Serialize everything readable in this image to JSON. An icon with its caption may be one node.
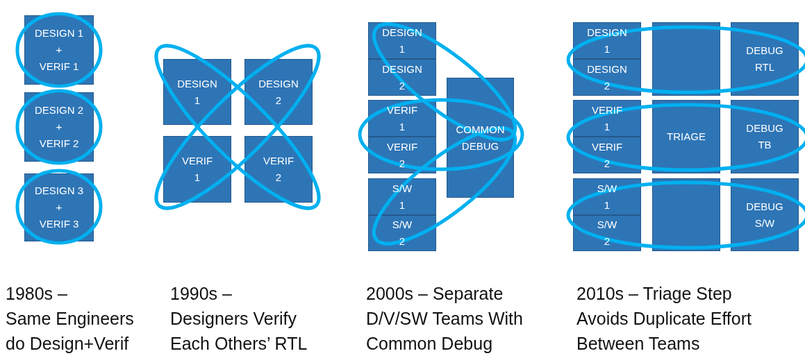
{
  "diagram": {
    "nodes": [
      {
        "text": [
          "DESIGN 1",
          "+",
          "VERIF 1"
        ]
      },
      {
        "text": [
          "DESIGN 2",
          "+",
          "VERIF 2"
        ]
      },
      {
        "text": [
          "DESIGN 3",
          "+",
          "VERIF 3"
        ]
      },
      {
        "text": [
          "DESIGN 1"
        ]
      },
      {
        "text": [
          "DESIGN 2"
        ]
      },
      {
        "text": [
          "VERIF 1"
        ]
      },
      {
        "text": [
          "VERIF 2"
        ]
      },
      {
        "text": [
          "DESIGN 1"
        ]
      },
      {
        "text": [
          "DESIGN 2"
        ]
      },
      {
        "text": [
          "VERIF 1"
        ]
      },
      {
        "text": [
          "VERIF 2"
        ]
      },
      {
        "text": [
          "S/W 1"
        ]
      },
      {
        "text": [
          "S/W 2"
        ]
      },
      {
        "text": [
          "COMMON DEBUG"
        ]
      },
      {
        "text": [
          "DESIGN 1"
        ]
      },
      {
        "text": [
          "DESIGN 2"
        ]
      },
      {
        "text": [
          "VERIF 1"
        ]
      },
      {
        "text": [
          "VERIF 2"
        ]
      },
      {
        "text": [
          "S/W 1"
        ]
      },
      {
        "text": [
          "S/W 2"
        ]
      },
      {
        "text": [],
        "shape": "box"
      },
      {
        "text": [
          "TRIAGE"
        ]
      },
      {
        "text": [],
        "shape": "box"
      },
      {
        "text": [
          "DEBUG RTL"
        ]
      },
      {
        "text": [
          "DEBUG TB"
        ]
      },
      {
        "text": [
          "DEBUG S/W"
        ]
      }
    ],
    "edges": [],
    "labels": [
      "1980s –",
      "Same Engineers",
      "do Design+Verif",
      "1990s –",
      "Designers Verify",
      "Each Others’ RTL",
      "2000s – Separate",
      "D/V/SW Teams With",
      "Common Debug",
      "2010s – Triage Step",
      "Avoids Duplicate Effort",
      "Between Teams"
    ]
  }
}
